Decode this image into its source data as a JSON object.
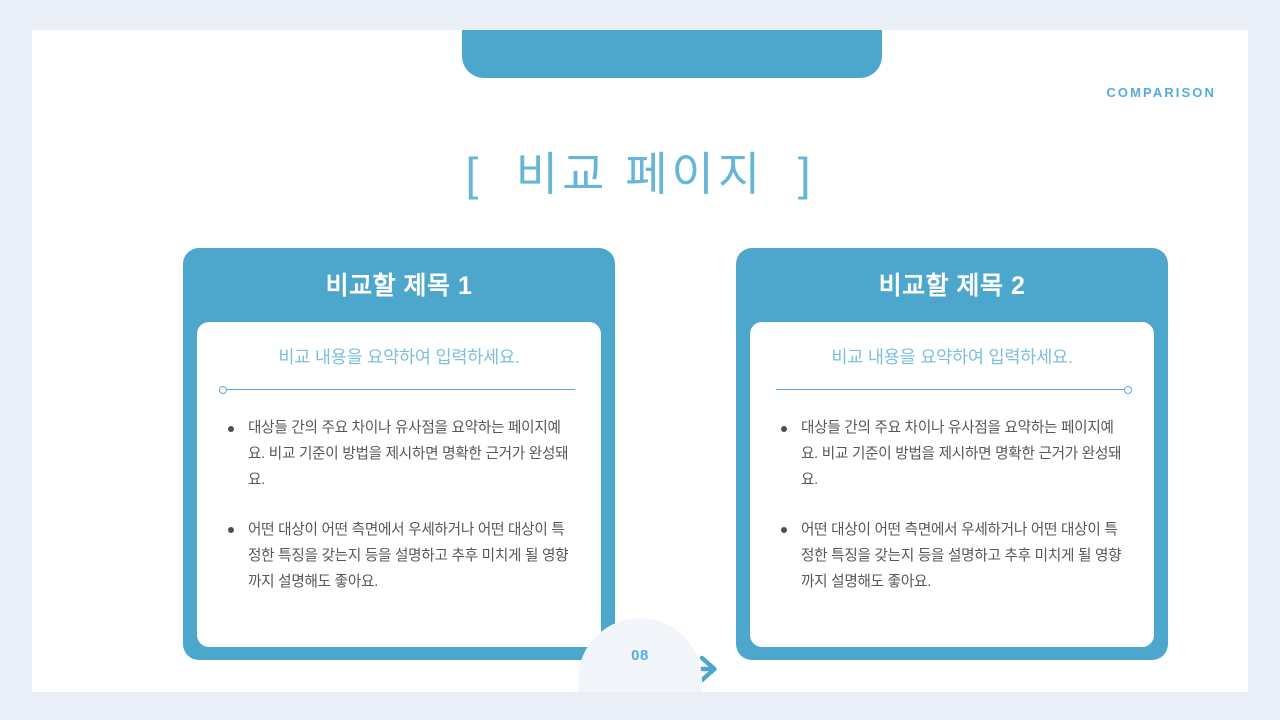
{
  "slide": {
    "eyebrow": "COMPARISON",
    "title": "[  비교 페이지  ]",
    "page_number": "08",
    "accent_color": "#4da6cb",
    "title_color": "#67b6d8",
    "eyebrow_color": "#55ace0",
    "body_text_color": "#575757",
    "background_color": "#eaeff7",
    "canvas_color": "#ffffff"
  },
  "cards": [
    {
      "header": "비교할 제목 1",
      "summary": "비교 내용을 요약하여 입력하세요.",
      "bullets": [
        "대상들 간의 주요 차이나 유사점을 요약하는 페이지예요. 비교 기준이 방법을 제시하면 명확한 근거가 완성돼요.",
        "어떤 대상이 어떤 측면에서 우세하거나 어떤 대상이 특정한 특징을 갖는지 등을 설명하고 추후 미치게 될 영향까지 설명해도 좋아요."
      ]
    },
    {
      "header": "비교할 제목 2",
      "summary": "비교 내용을 요약하여 입력하세요.",
      "bullets": [
        "대상들 간의 주요 차이나 유사점을 요약하는 페이지예요. 비교 기준이 방법을 제시하면 명확한 근거가 완성돼요.",
        "어떤 대상이 어떤 측면에서 우세하거나 어떤 대상이 특정한 특징을 갖는지 등을 설명하고 추후 미치게 될 영향까지 설명해도 좋아요."
      ]
    }
  ],
  "center": {
    "left_arrow_icon": "arrow-left-icon",
    "right_arrow_icon": "arrow-right-icon"
  }
}
